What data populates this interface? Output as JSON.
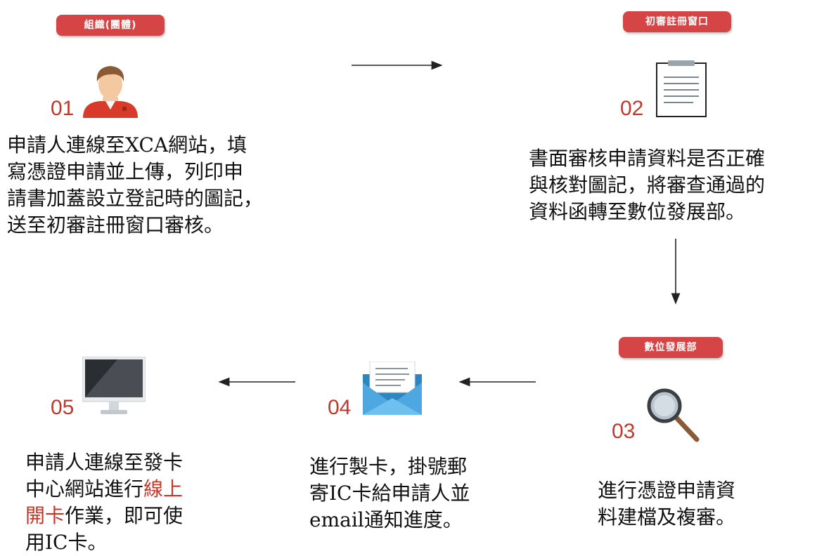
{
  "steps": [
    {
      "number": "01",
      "badge": "組織(團體)",
      "icon": "person-icon",
      "lines": [
        "申請人連線至XCA網站，填",
        "寫憑證申請並上傳，列印申",
        "請書加蓋設立登記時的圖記，",
        "送至初審註冊窗口審核。"
      ]
    },
    {
      "number": "02",
      "badge": "初審註冊窗口",
      "icon": "clipboard-icon",
      "lines": [
        "書面審核申請資料是否正確",
        "與核對圖記，將審查通過的",
        "資料函轉至數位發展部。"
      ]
    },
    {
      "number": "03",
      "badge": "數位發展部",
      "icon": "magnifier-icon",
      "lines": [
        "進行憑證申請資",
        "料建檔及複審。"
      ]
    },
    {
      "number": "04",
      "badge": "",
      "icon": "envelope-icon",
      "lines": [
        "進行製卡，掛號郵",
        "寄IC卡給申請人並",
        "email通知進度。"
      ]
    },
    {
      "number": "05",
      "badge": "",
      "icon": "monitor-icon",
      "line1": "申請人連線至發卡",
      "line2_pre": "中心網站進行",
      "line2_hl": "線上",
      "line3_hl": "開卡",
      "line3_post": "作業，即可使",
      "line4": "用IC卡。"
    }
  ],
  "colors": {
    "accent": "#d64545",
    "number": "#c0392b",
    "text": "#111111"
  }
}
